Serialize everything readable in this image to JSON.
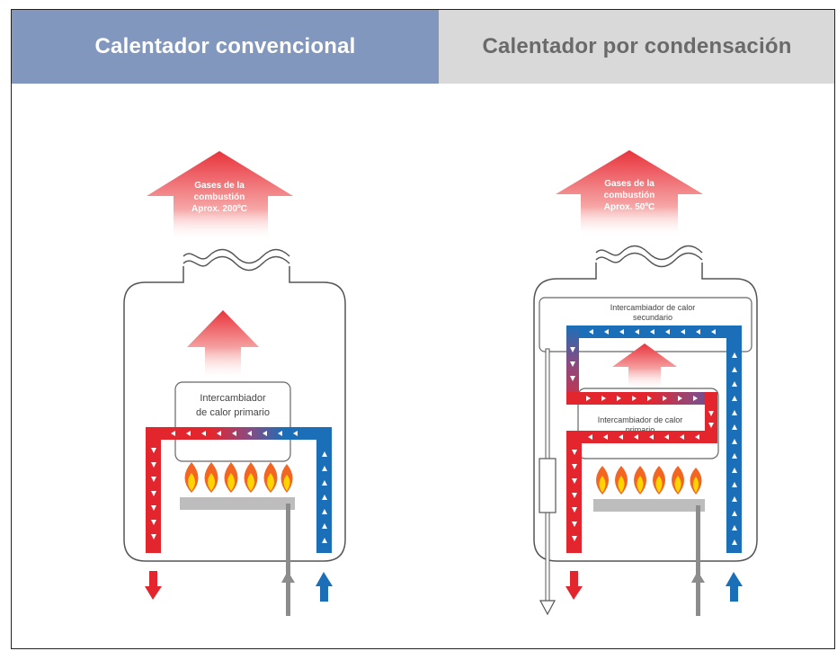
{
  "tabs": [
    {
      "label": "Calentador convencional",
      "state": "selected"
    },
    {
      "label": "Calentador por condensación",
      "state": "unselected"
    }
  ],
  "conventional": {
    "exhaust_line1": "Gases de la",
    "exhaust_line2": "combustión",
    "exhaust_line3": "Aprox. 200ºC",
    "exchanger_line1": "Intercambiador",
    "exchanger_line2": "de calor primario"
  },
  "condensing": {
    "exhaust_line1": "Gases de la",
    "exhaust_line2": "combustión",
    "exhaust_line3": "Aprox. 50ºC",
    "secondary_line1": "Intercambiador de calor",
    "secondary_line2": "secundario",
    "primary_line1": "Intercambiador de calor",
    "primary_line2": "primario"
  },
  "colors": {
    "hot_pipe": "#e3262e",
    "cold_pipe": "#1b6fb8",
    "gas_pipe": "#8c8c8c",
    "tab_selected": "#8197be",
    "tab_unselected": "#d9d9d9",
    "flame_outer": "#f26522",
    "flame_inner": "#ffd400"
  }
}
